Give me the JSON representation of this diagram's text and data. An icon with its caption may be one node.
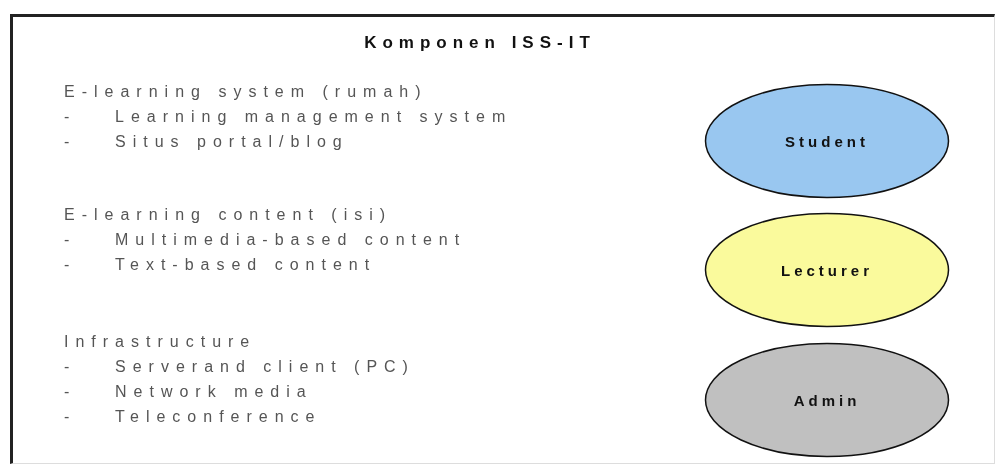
{
  "diagram": {
    "title": "Komponen ISS-IT",
    "nodes": [
      {
        "text": [
          "Student"
        ]
      },
      {
        "text": [
          "Lecturer"
        ]
      },
      {
        "text": [
          "Admin"
        ]
      }
    ],
    "labels": [
      "E-learning system (rumah)",
      "-",
      "Learning management system",
      "-",
      "Situs portal/blog",
      "E-learning content (isi)",
      "-",
      "Multimedia-based content",
      "-",
      "Text-based content",
      "Infrastructure",
      "-",
      "Serverand client (PC)",
      "-",
      "Network media",
      "-",
      "Teleconference"
    ]
  }
}
